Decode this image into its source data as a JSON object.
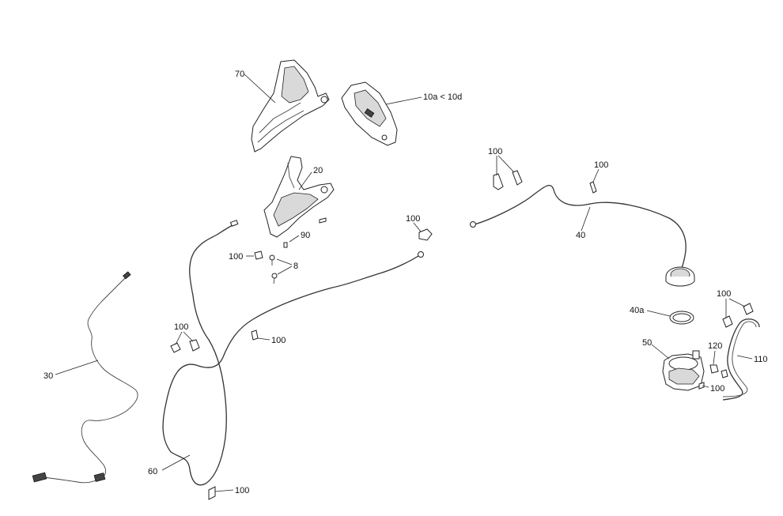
{
  "callouts": {
    "c70": "70",
    "c10": "10a < 10d",
    "c20": "20",
    "c90": "90",
    "c8": "8",
    "c100_a": "100",
    "c100_b": "100",
    "c100_c": "100",
    "c100_d": "100",
    "c100_e": "100",
    "c100_f": "100",
    "c100_g": "100",
    "c100_h": "100",
    "c100_i": "100",
    "c40": "40",
    "c40a": "40a",
    "c50": "50",
    "c120": "120",
    "c110": "110",
    "c30": "30",
    "c60": "60"
  }
}
